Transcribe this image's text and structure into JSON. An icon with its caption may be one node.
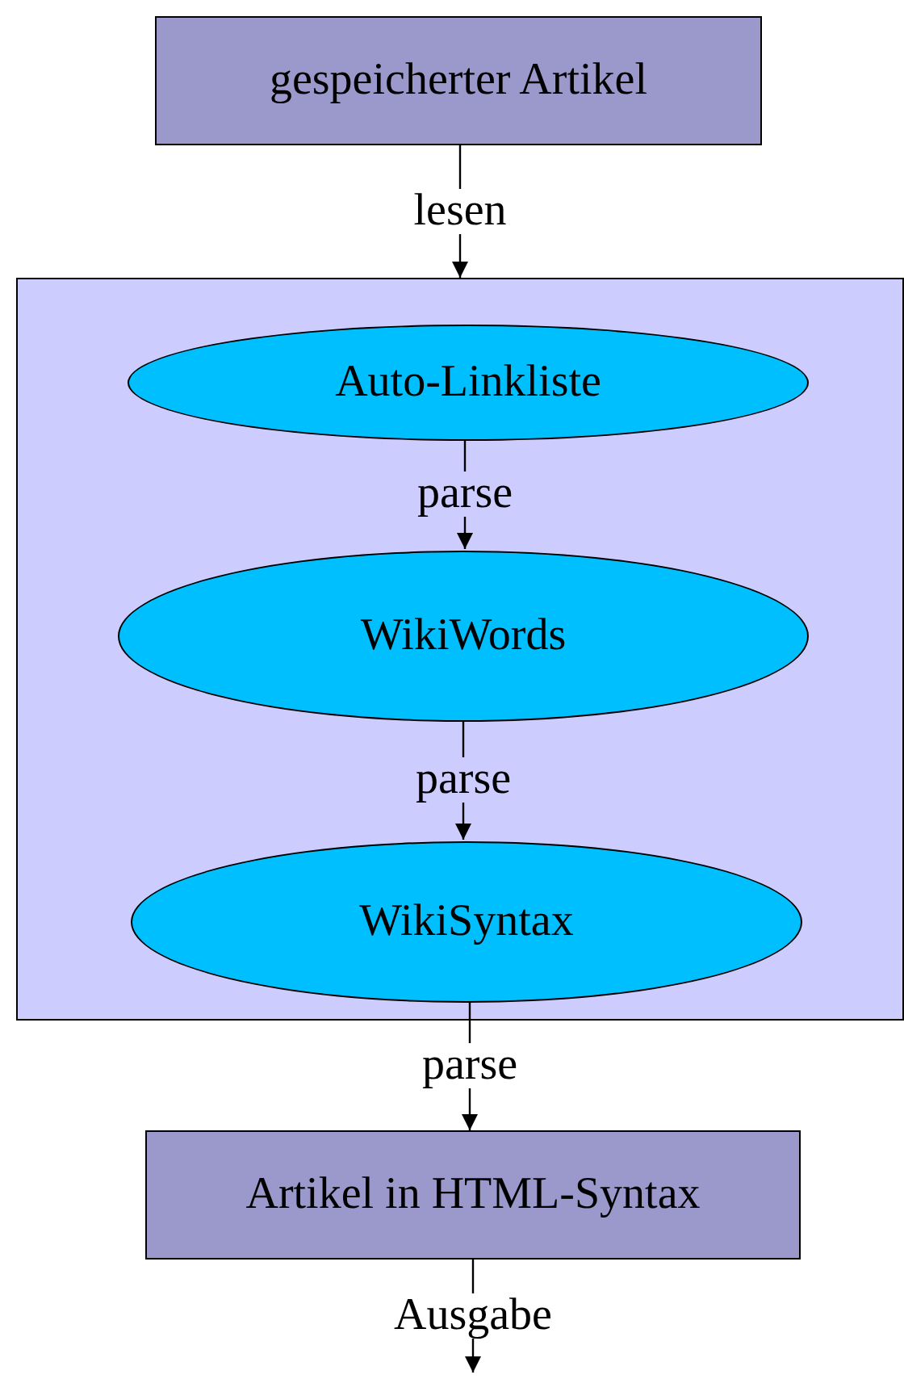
{
  "diagram": {
    "nodes": [
      {
        "text": [
          "gespeicherter Artikel"
        ]
      },
      {
        "text": [],
        "shape": "box"
      },
      {
        "text": [
          "Auto-Linkliste"
        ],
        "in": 1
      },
      {
        "text": [
          "WikiWords"
        ],
        "in": 1
      },
      {
        "text": [
          "WikiSyntax"
        ],
        "in": 1
      },
      {
        "text": [
          "Artikel in HTML-Syntax"
        ]
      }
    ],
    "edges": [
      {
        "from": 0,
        "to": 1,
        "arrow": "to",
        "label": "lesen"
      },
      {
        "from": 2,
        "to": 3,
        "arrow": "to",
        "label": "parse"
      },
      {
        "from": 3,
        "to": 4,
        "arrow": "to",
        "label": "parse"
      },
      {
        "from": 4,
        "to": 5,
        "arrow": "to",
        "label": "parse"
      },
      {
        "from": 5,
        "to": null,
        "arrow": "to",
        "label": "Ausgabe"
      }
    ]
  }
}
